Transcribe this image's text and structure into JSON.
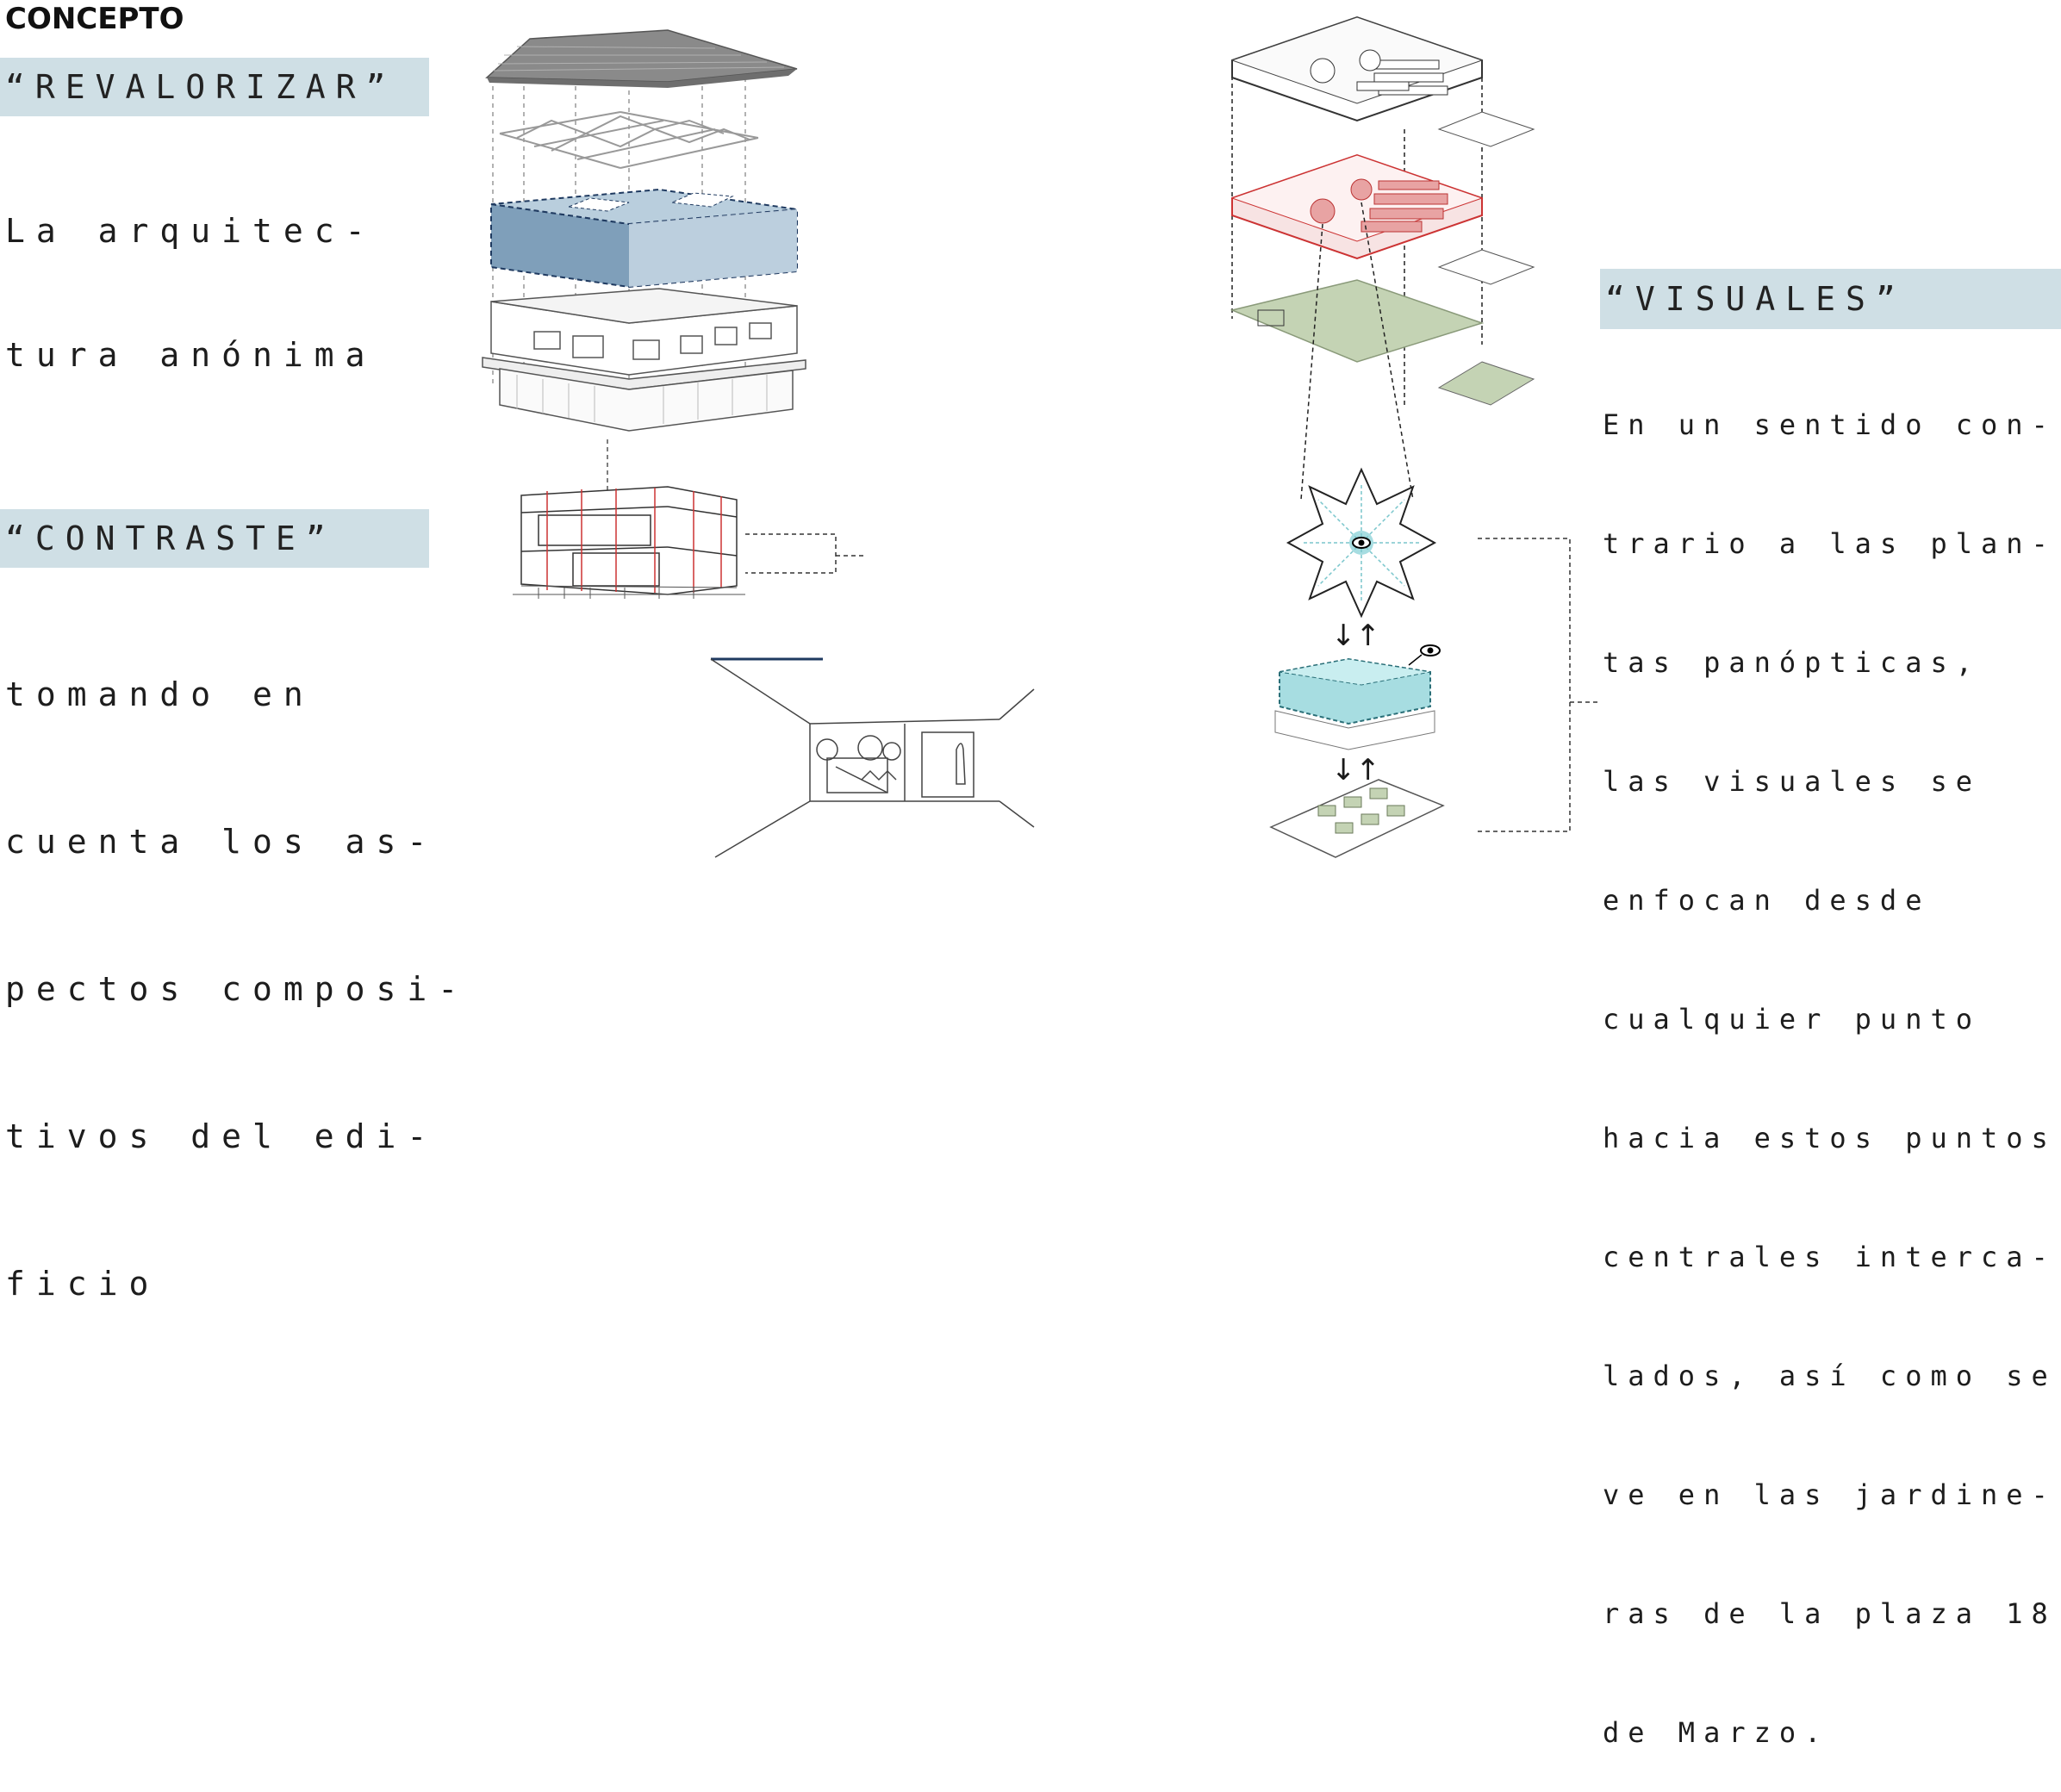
{
  "title": "CONCEPTO",
  "concept_1": {
    "tag": "“REVALORIZAR”",
    "lines": [
      "La arquitec-",
      "tura anónima"
    ]
  },
  "concept_2": {
    "tag": "“CONTRASTE”",
    "lines": [
      "tomando en",
      "cuenta los as-",
      "pectos composi-",
      "tivos del edi-",
      "ficio"
    ]
  },
  "concept_3": {
    "tag": "“VISUALES”",
    "lines": [
      "En un sentido con-",
      "trario a las plan-",
      "tas panópticas,",
      "las visuales se",
      "enfocan desde",
      "cualquier punto",
      "hacia estos puntos",
      "centrales interca-",
      "lados, así como se",
      "ve en las jardine-",
      "ras de la plaza 18",
      "de Marzo."
    ]
  },
  "colors": {
    "tag_bg": "#cfdfe5",
    "volume_blue": "#7f9fba",
    "volume_light_blue": "#b9cedd",
    "highlight_red": "#e8a3a3",
    "garden_green": "#c4d3b4",
    "cyan_focus": "#a7dde1",
    "roof_grey": "#8a8a8a"
  },
  "icons": [
    "eye-icon",
    "arrow-down-icon",
    "arrow-up-icon"
  ]
}
